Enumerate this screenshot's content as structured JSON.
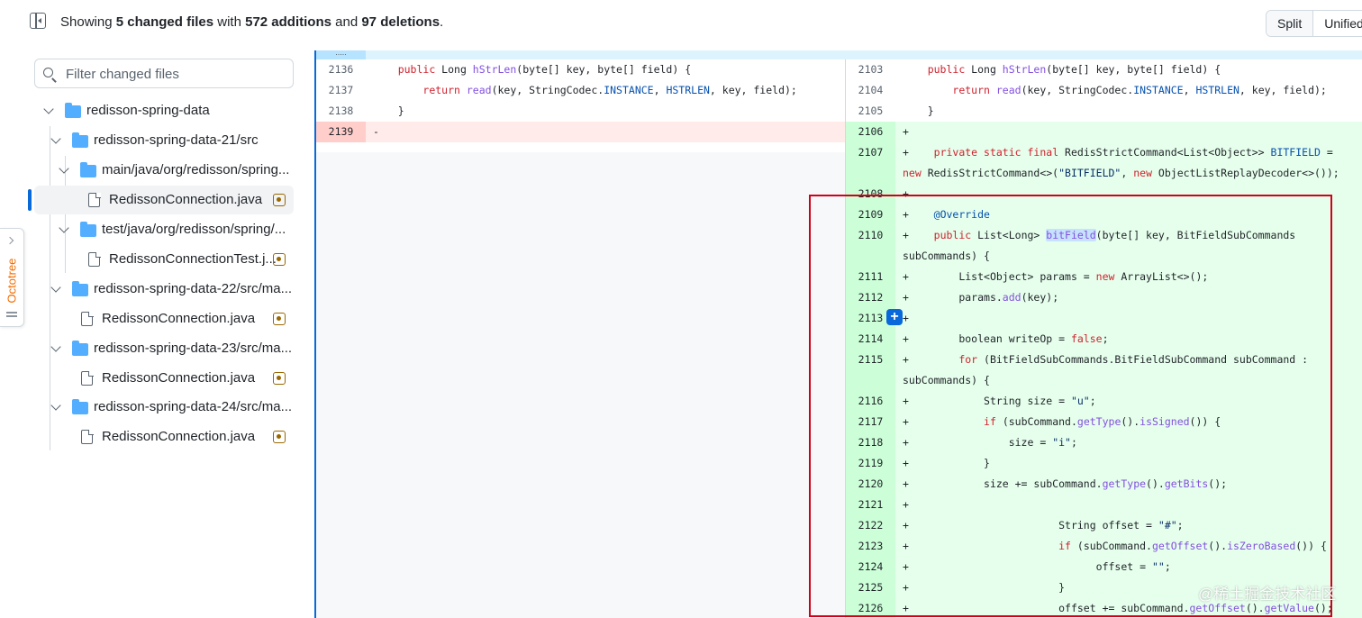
{
  "toolbar": {
    "summary_prefix": "Showing ",
    "changed_files": "5 changed files",
    "summary_with": " with ",
    "additions": "572 additions",
    "summary_and": " and ",
    "deletions": "97 deletions",
    "summary_suffix": ".",
    "split_label": "Split",
    "unified_label": "Unified"
  },
  "sidebar": {
    "filter_placeholder": "Filter changed files",
    "octotree_label": "Octotree",
    "tree": [
      {
        "type": "folder",
        "label": "redisson-spring-data"
      },
      {
        "type": "folder",
        "label": "redisson-spring-data-21/src"
      },
      {
        "type": "folder",
        "label": "main/java/org/redisson/spring..."
      },
      {
        "type": "file",
        "label": "RedissonConnection.java"
      },
      {
        "type": "folder",
        "label": "test/java/org/redisson/spring/..."
      },
      {
        "type": "file",
        "label": "RedissonConnectionTest.j..."
      },
      {
        "type": "folder",
        "label": "redisson-spring-data-22/src/ma..."
      },
      {
        "type": "file",
        "label": "RedissonConnection.java"
      },
      {
        "type": "folder",
        "label": "redisson-spring-data-23/src/ma..."
      },
      {
        "type": "file",
        "label": "RedissonConnection.java"
      },
      {
        "type": "folder",
        "label": "redisson-spring-data-24/src/ma..."
      },
      {
        "type": "file",
        "label": "RedissonConnection.java"
      }
    ]
  },
  "diff": {
    "hunk_dots": ".....",
    "left_numbers": [
      "2136",
      "2137",
      "2138",
      "2139"
    ],
    "right_numbers": [
      "2103",
      "2104",
      "2105",
      "2106",
      "2107",
      "2108",
      "2109",
      "2110",
      "2111",
      "2112",
      "2113",
      "2114",
      "2115",
      "2116",
      "2117",
      "2118",
      "2119",
      "2120",
      "2121",
      "2122",
      "2123",
      "2124",
      "2125",
      "2126"
    ],
    "left_deleted_marker": "-",
    "plus_marker": "+"
  },
  "watermark": "@稀土掘金技术社区",
  "colors": {
    "accent": "#0969da",
    "addition_bg": "#e6ffec",
    "deletion_bg": "#ffebe9",
    "highlight_box": "#d0021b",
    "folder": "#54aeff",
    "modified": "#9a6700",
    "octotree": "#f06c00"
  }
}
